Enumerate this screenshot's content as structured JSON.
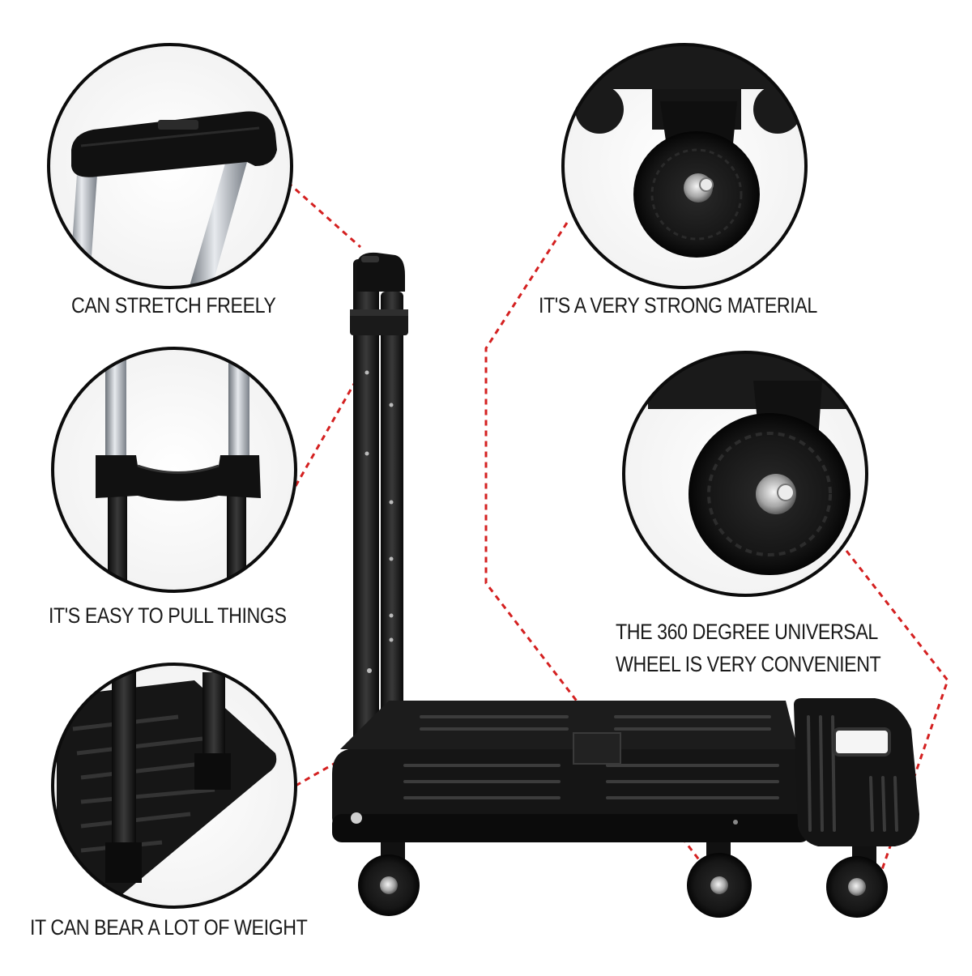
{
  "captions": {
    "stretch": "CAN STRETCH FREELY",
    "pull": "IT'S EASY TO PULL THINGS",
    "weight": "IT CAN BEAR A LOT OF WEIGHT",
    "material": "IT'S A VERY STRONG MATERIAL",
    "wheel_line1": "THE 360 DEGREE UNIVERSAL",
    "wheel_line2": "WHEEL IS VERY CONVENIENT"
  },
  "colors": {
    "callout_line": "#d42020",
    "trolley_body": "#141414",
    "handle_tube": "#9aa0a8",
    "background": "#ffffff"
  },
  "icons": [
    "handle-closeup",
    "handle-joint-closeup",
    "base-closeup",
    "caster-wheel-closeup",
    "swivel-wheel-closeup",
    "folding-trolley"
  ]
}
